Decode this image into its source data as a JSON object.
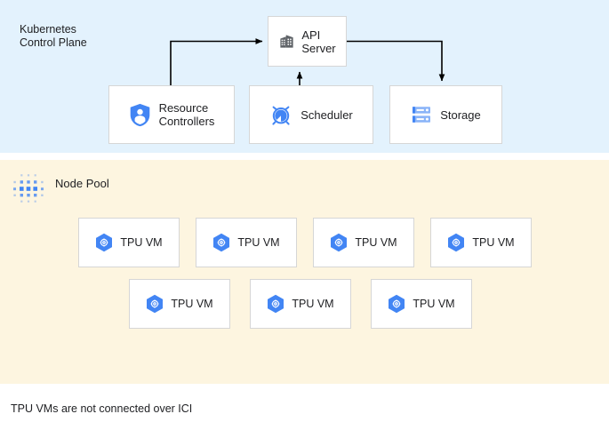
{
  "diagram": {
    "caption": "TPU VMs are not connected over ICI",
    "colors": {
      "control_plane_background": "#e3f2fd",
      "node_pool_background": "#fdf5e0",
      "card_background": "#ffffff",
      "card_border": "#d6d6d6",
      "accent_blue": "#4285f4",
      "icon_gray": "#5f6368",
      "text": "#202124",
      "arrow": "#000000"
    }
  },
  "control_plane": {
    "title": "Kubernetes\nControl Plane",
    "title_icon": "none",
    "nodes": [
      {
        "id": "api-server",
        "label": "API\nServer",
        "icon": "building-icon"
      },
      {
        "id": "resource-controllers",
        "label": "Resource\nControllers",
        "icon": "shield-user-icon"
      },
      {
        "id": "scheduler",
        "label": "Scheduler",
        "icon": "alarm-clock-icon"
      },
      {
        "id": "storage",
        "label": "Storage",
        "icon": "server-rack-icon"
      }
    ],
    "edges": [
      {
        "id": "edge-resource-controllers-to-api-server",
        "from": "resource-controllers",
        "to": "api-server",
        "style": "elbow-up-right",
        "arrowhead": "to"
      },
      {
        "id": "edge-scheduler-to-api-server",
        "from": "scheduler",
        "to": "api-server",
        "style": "straight-up",
        "arrowhead": "to"
      },
      {
        "id": "edge-api-server-to-storage",
        "from": "api-server",
        "to": "storage",
        "style": "elbow-right-down",
        "arrowhead": "to"
      }
    ]
  },
  "node_pool": {
    "title": "Node Pool",
    "title_icon": "dot-matrix-icon",
    "vm_label": "TPU VM",
    "vm_icon": "tpu-hex-gear-icon",
    "rows": [
      {
        "id": "tpu-row-1",
        "count": 4,
        "vms": [
          {
            "id": "tpu-vm-1",
            "label": "TPU VM"
          },
          {
            "id": "tpu-vm-2",
            "label": "TPU VM"
          },
          {
            "id": "tpu-vm-3",
            "label": "TPU VM"
          },
          {
            "id": "tpu-vm-4",
            "label": "TPU VM"
          }
        ]
      },
      {
        "id": "tpu-row-2",
        "count": 3,
        "vms": [
          {
            "id": "tpu-vm-5",
            "label": "TPU VM"
          },
          {
            "id": "tpu-vm-6",
            "label": "TPU VM"
          },
          {
            "id": "tpu-vm-7",
            "label": "TPU VM"
          }
        ]
      }
    ]
  }
}
